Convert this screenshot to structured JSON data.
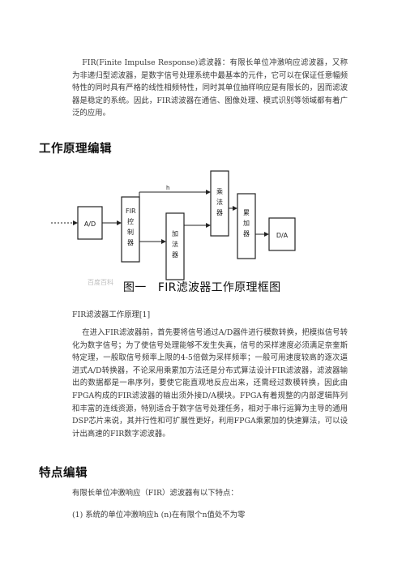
{
  "intro": "FIR(Finite Impulse Response)滤波器：有限长单位冲激响应滤波器，又称为非递归型滤波器，是数字信号处理系统中最基本的元件，它可以在保证任意幅频特性的同时具有严格的线性相频特性，同时其单位抽样响应是有限长的，因而滤波器是稳定的系统。因此，FIR滤波器在通信、图像处理、模式识别等领域都有着广泛的应用。",
  "section1": {
    "title": "工作原理编辑"
  },
  "diagram": {
    "blocks": {
      "ad": "A/D",
      "fir": "FIR控制器",
      "adder": "加法器",
      "multiplier": "乘法器",
      "accumulator": "累加器",
      "da": "D/A"
    },
    "h_label": "h",
    "caption": "图一　FIR滤波器工作原理框图",
    "watermark": "百度百科"
  },
  "ref_line": "FIR滤波器工作原理[1]",
  "body_para": "在进入FIR滤波器前，首先要将信号通过A/D器件进行模数转换，把模拟信号转化为数字信号；为了使信号处理能够不发生失真，信号的采样速度必须满足奈奎斯特定理，一般取信号频率上限的4-5倍做为采样频率；一般可用速度较高的逐次逼进式A/D转换器，不论采用乘累加方法还是分布式算法设计FIR滤波器，滤波器输出的数据都是一串序列，要使它能直观地反应出来，还需经过数模转换，因此由FPGA构成的FIR滤波器的输出须外接D/A模块。FPGA有着规整的内部逻辑阵列和丰富的连线资源，特别适合于数字信号处理任务，相对于串行运算为主导的通用DSP芯片来说，其并行性和可扩展性更好，利用FPGA乘累加的快速算法，可以设计出高速的FIR数字滤波器。",
  "section2": {
    "title": "特点编辑"
  },
  "features_intro": "有限长单位冲激响应（FIR）滤波器有以下特点：",
  "feature1": "(1) 系统的单位冲激响应h (n)在有限个n值处不为零"
}
